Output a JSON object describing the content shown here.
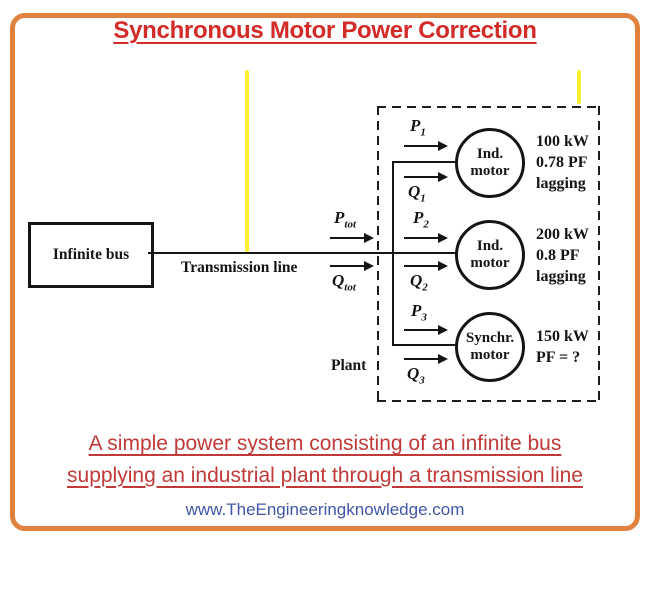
{
  "page": {
    "title": "Synchronous Motor Power Correction",
    "caption_line1": "A simple power system consisting of an infinite bus",
    "caption_line2": "supplying an industrial plant through a transmission line",
    "footer": "www.TheEngineeringknowledge.com"
  },
  "colors": {
    "frame_orange": "#E0823E",
    "title_red": "#D22B28",
    "caption_red": "#BF3A38",
    "footer_blue": "#4157A6",
    "highlight_yellow": "#F9F12F",
    "ink_black": "#151515"
  },
  "diagram": {
    "source_label": "Infinite bus",
    "line_label": "Transmission line",
    "plant_label": "Plant",
    "flows": {
      "ptot": {
        "letter": "P",
        "sub": "tot"
      },
      "qtot": {
        "letter": "Q",
        "sub": "tot"
      },
      "p1": {
        "letter": "P",
        "sub": "1"
      },
      "q1": {
        "letter": "Q",
        "sub": "1"
      },
      "p2": {
        "letter": "P",
        "sub": "2"
      },
      "q2": {
        "letter": "Q",
        "sub": "2"
      },
      "p3": {
        "letter": "P",
        "sub": "3"
      },
      "q3": {
        "letter": "Q",
        "sub": "3"
      }
    },
    "motors": [
      {
        "name_line1": "Ind.",
        "name_line2": "motor",
        "rating_line1": "100 kW",
        "rating_line2": "0.78 PF",
        "rating_line3": "lagging"
      },
      {
        "name_line1": "Ind.",
        "name_line2": "motor",
        "rating_line1": "200 kW",
        "rating_line2": "0.8 PF",
        "rating_line3": "lagging"
      },
      {
        "name_line1": "Synchr.",
        "name_line2": "motor",
        "rating_line1": "150 kW",
        "rating_line2": "PF = ?",
        "rating_line3": ""
      }
    ]
  }
}
